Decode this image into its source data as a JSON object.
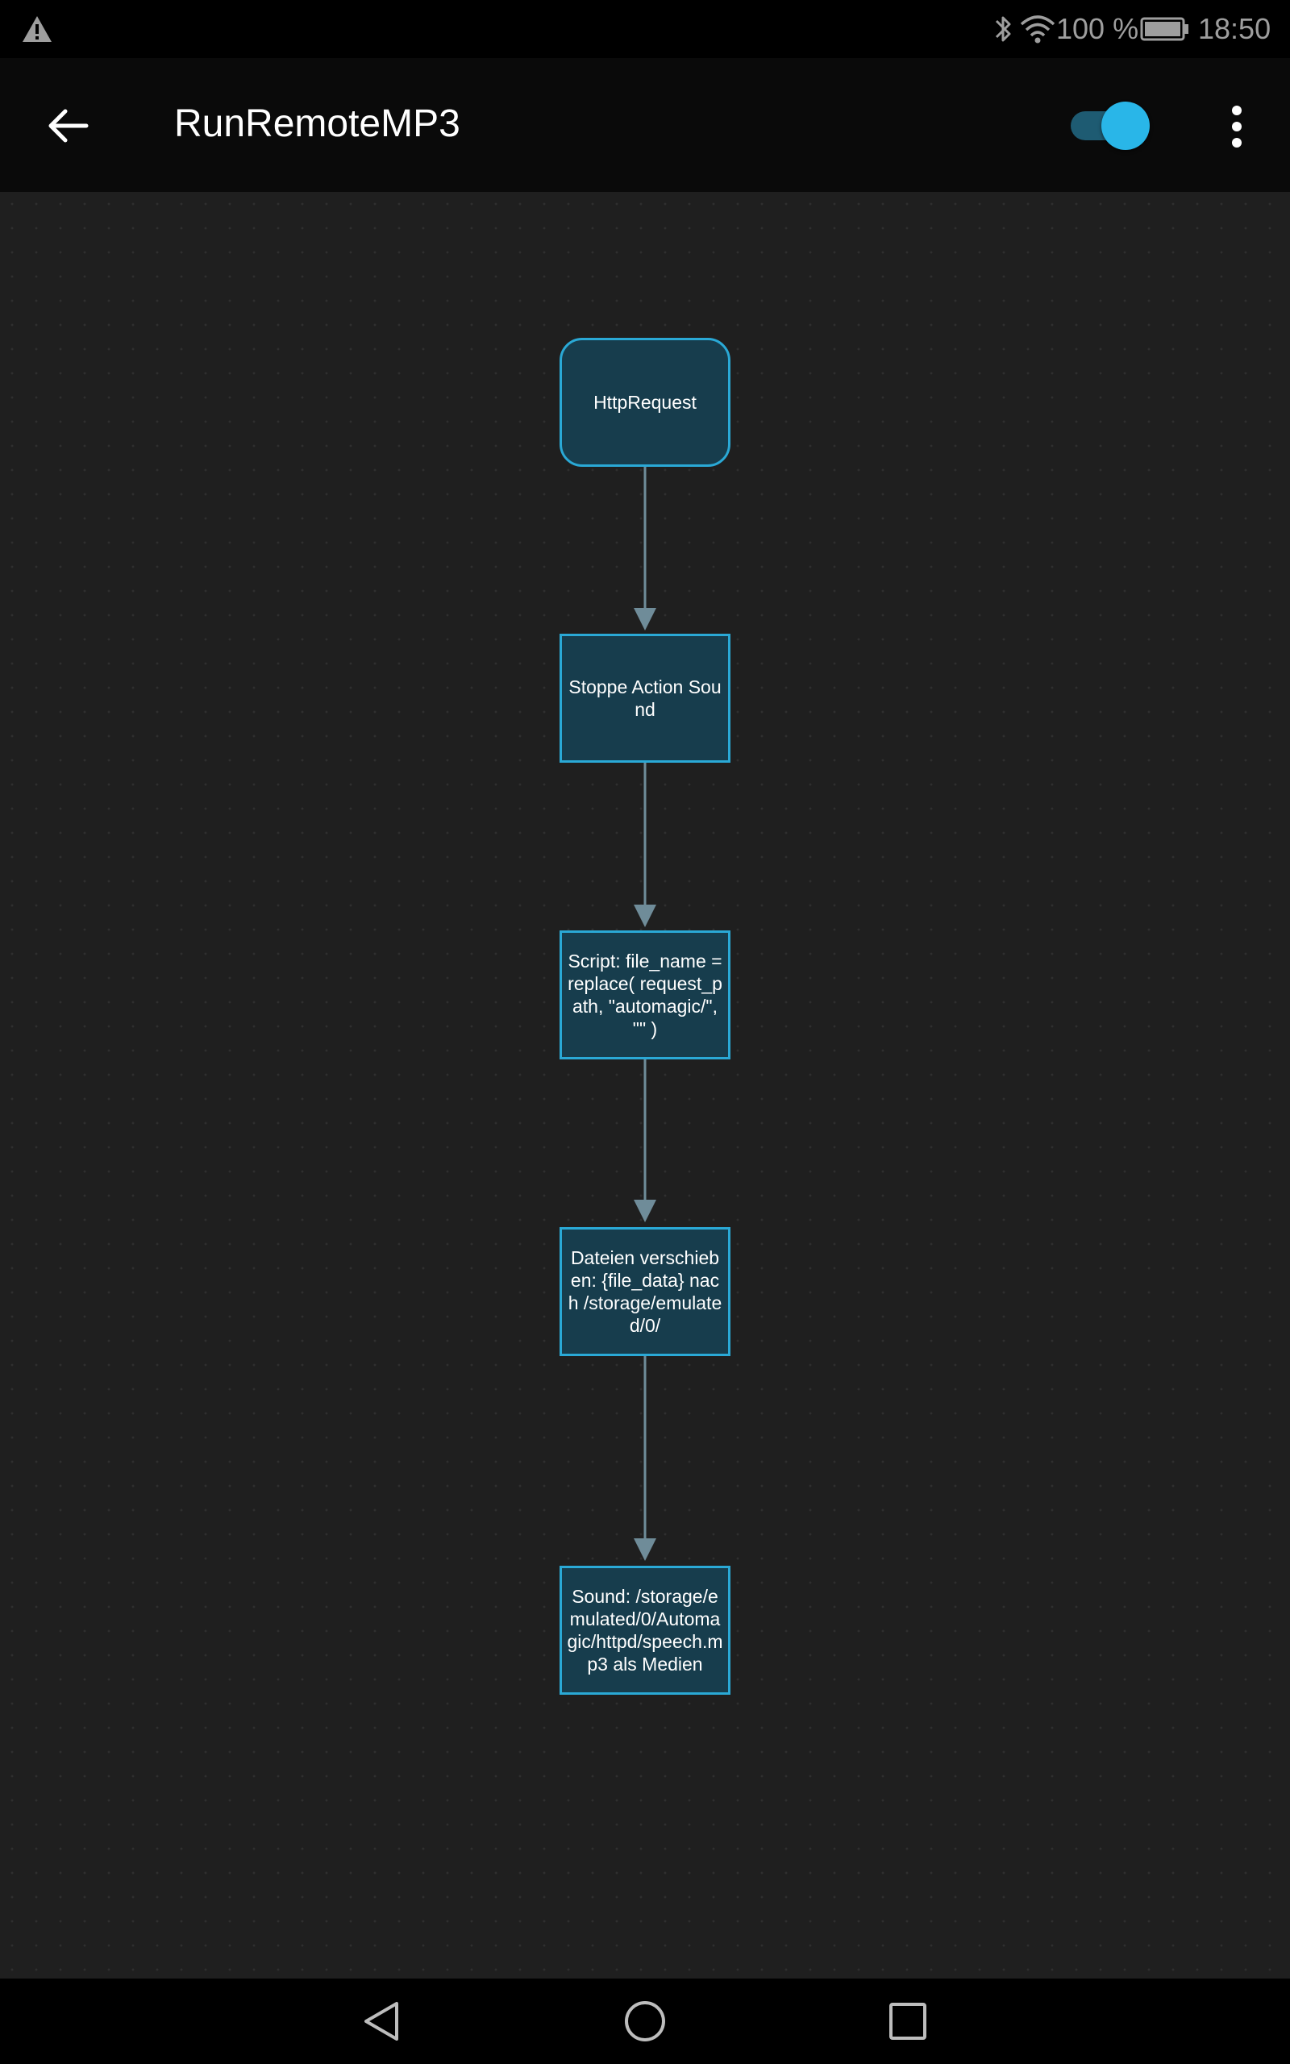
{
  "status_bar": {
    "battery_percent": "100 %",
    "time": "18:50"
  },
  "toolbar": {
    "title": "RunRemoteMP3",
    "flow_enabled": true
  },
  "flow": {
    "nodes": [
      {
        "kind": "trigger",
        "label": "HttpRequest"
      },
      {
        "kind": "action",
        "label": "Stoppe Action Sound"
      },
      {
        "kind": "action",
        "label": "Script: file_name = replace( request_path, \"automagic/\", \"\" )"
      },
      {
        "kind": "action",
        "label": "Dateien verschieben: {file_data} nach /storage/emulated/0/"
      },
      {
        "kind": "action",
        "label": "Sound: /storage/emulated/0/Automagic/httpd/speech.mp3 als Medien"
      }
    ]
  },
  "colors": {
    "accent": "#29b6e8",
    "node_fill": "#173d4d",
    "node_border": "#2aa9d6",
    "connector": "#6f8c99",
    "canvas_bg": "#1f1f1f"
  },
  "icons": {
    "status": [
      "warning-icon",
      "bluetooth-icon",
      "wifi-icon",
      "battery-icon"
    ],
    "toolbar": [
      "arrow-back-icon",
      "more-vert-icon"
    ],
    "navigation": [
      "nav-back-icon",
      "nav-home-icon",
      "nav-recents-icon"
    ]
  }
}
